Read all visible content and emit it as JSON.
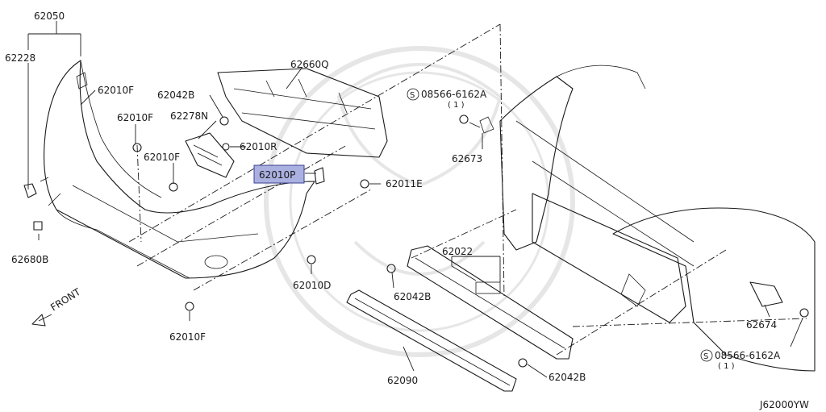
{
  "labels": {
    "p62050": "62050",
    "p62228": "62228",
    "p62010F_a": "62010F",
    "p62010F_b": "62010F",
    "p62010F_c": "62010F",
    "p62010F_d": "62010F",
    "p62042B_a": "62042B",
    "p62278N": "62278N",
    "p62010R": "62010R",
    "p62660Q": "62660Q",
    "p62010P": "62010P",
    "p62011E": "62011E",
    "p62680B": "62680B",
    "p62010D": "62010D",
    "p62042B_b": "62042B",
    "p62022": "62022",
    "p62090": "62090",
    "p62042B_c": "62042B",
    "p62673": "62673",
    "p62674": "62674",
    "bolt_a": "08566-6162A",
    "bolt_a_qty": "( 1 )",
    "bolt_b": "08566-6162A",
    "bolt_b_qty": "( 1 )",
    "front": "FRONT",
    "diagram_code": "J62000YW",
    "s_mark_a": "S",
    "s_mark_b": "S"
  },
  "colors": {
    "highlight_fill": "#aab0e0",
    "highlight_stroke": "#3a3f8f",
    "line": "#1a1a1a",
    "watermark": "#e6e6e6"
  },
  "highlighted_part": "62010P"
}
